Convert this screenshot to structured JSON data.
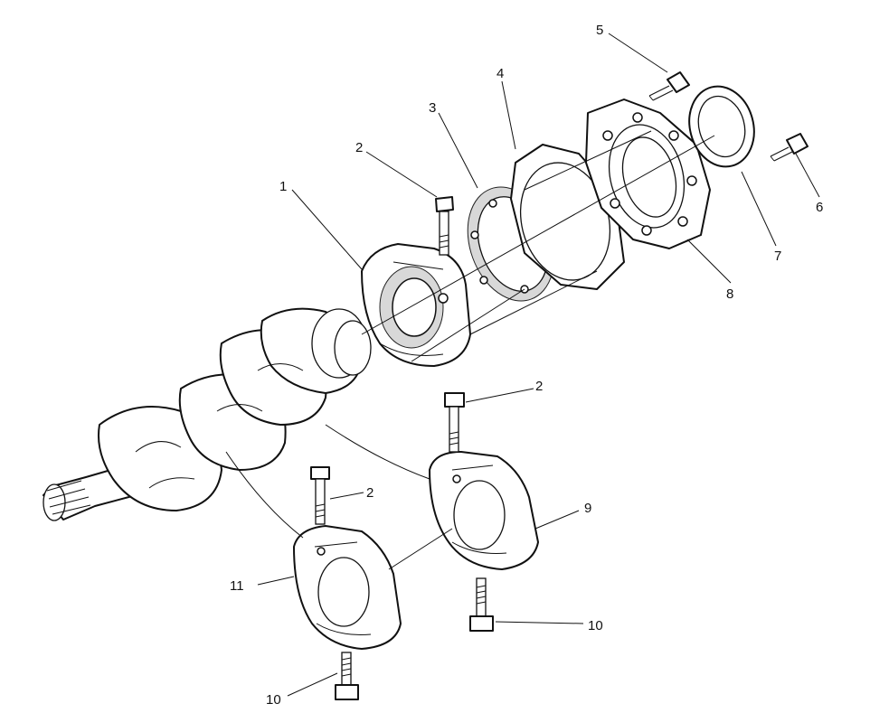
{
  "callouts": {
    "c1": "1",
    "c2a": "2",
    "c2b": "2",
    "c2c": "2",
    "c3": "3",
    "c4": "4",
    "c5": "5",
    "c6": "6",
    "c7": "7",
    "c8": "8",
    "c9": "9",
    "c10a": "10",
    "c10b": "10",
    "c11": "11"
  }
}
